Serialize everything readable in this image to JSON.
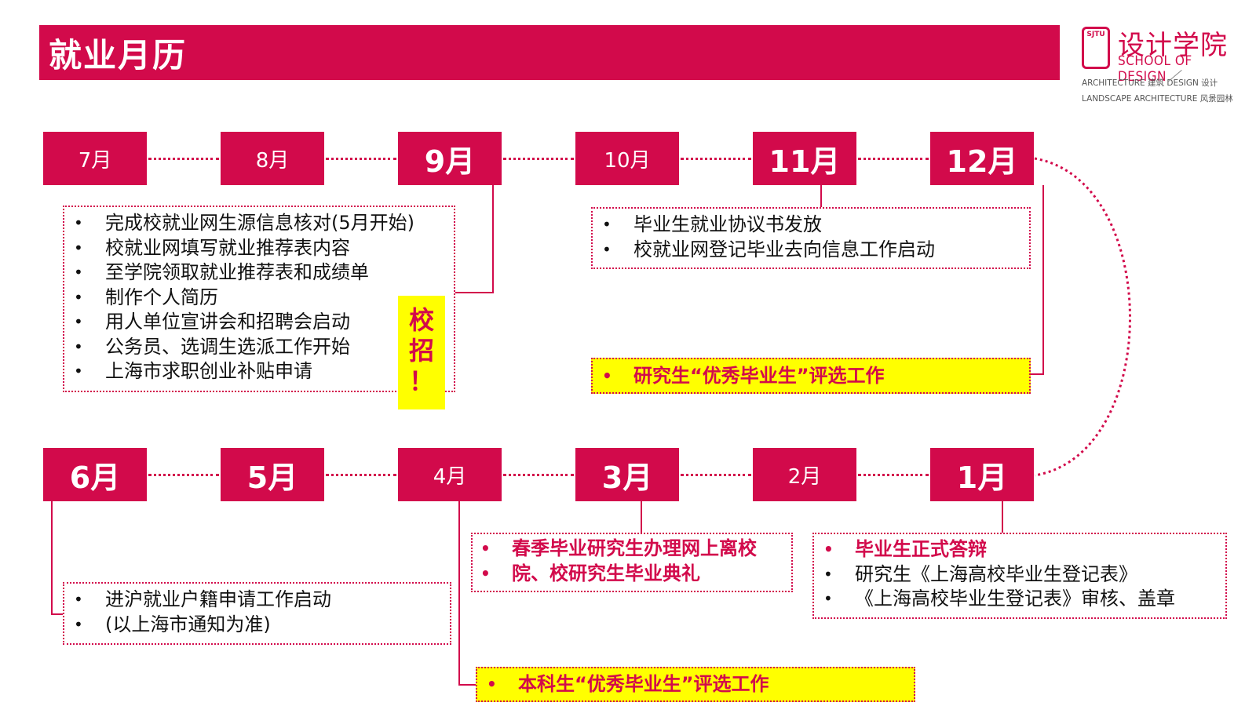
{
  "header": {
    "title": "就业月历"
  },
  "logo": {
    "mark": "SJTU",
    "cn": "设计学院",
    "en": "SCHOOL OF DESIGN",
    "sub1": "ARCHITECTURE 建筑   DESIGN 设计",
    "sub2": "LANDSCAPE ARCHITECTURE 风景园林"
  },
  "row1": [
    "7月",
    "8月",
    "9月",
    "10月",
    "11月",
    "12月"
  ],
  "row2": [
    "6月",
    "5月",
    "4月",
    "3月",
    "2月",
    "1月"
  ],
  "box_autumn": {
    "items": [
      "完成校就业网生源信息核对(5月开始)",
      "校就业网填写就业推荐表内容",
      "至学院领取就业推荐表和成绩单",
      "制作个人简历",
      "用人单位宣讲会和招聘会启动",
      "公务员、选调生选派工作开始",
      "上海市求职创业补贴申请"
    ]
  },
  "badge": {
    "line1": "校",
    "line2": "招",
    "line3": "！"
  },
  "box_nov": {
    "items": [
      "毕业生就业协议书发放",
      "校就业网登记毕业去向信息工作启动"
    ]
  },
  "box_dec": {
    "items": [
      "研究生“优秀毕业生”评选工作"
    ]
  },
  "box_june": {
    "items": [
      "进沪就业户籍申请工作启动",
      "(以上海市通知为准)"
    ]
  },
  "box_march": {
    "items": [
      "春季毕业研究生办理网上离校",
      "院、校研究生毕业典礼"
    ]
  },
  "box_april": {
    "items": [
      "本科生“优秀毕业生”评选工作"
    ]
  },
  "box_jan": {
    "items": [
      "毕业生正式答辩",
      "研究生《上海高校毕业生登记表》",
      "《上海高校毕业生登记表》审核、盖章"
    ]
  },
  "colors": {
    "accent": "#d20a4b",
    "highlight": "#ffff00"
  }
}
